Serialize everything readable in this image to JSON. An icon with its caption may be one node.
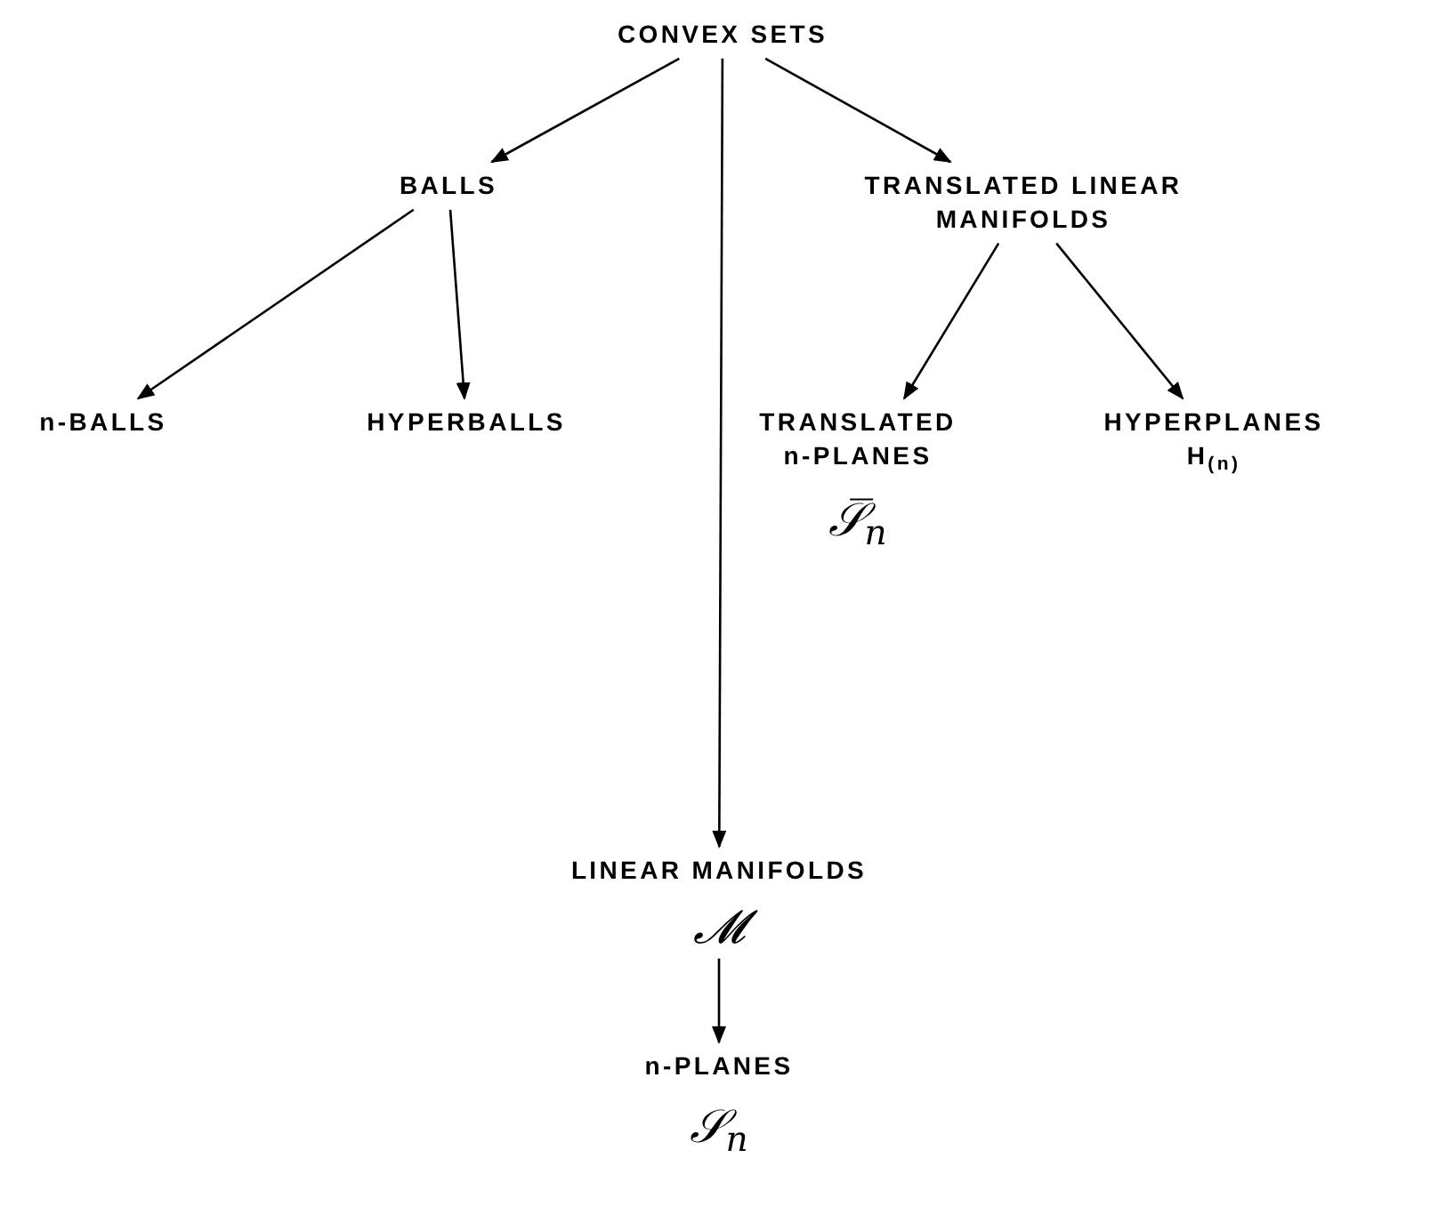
{
  "diagram": {
    "nodes": [
      {
        "text": [
          "CONVEX SETS"
        ]
      },
      {
        "text": [
          "BALLS"
        ]
      },
      {
        "text": [
          "TRANSLATED LINEAR MANIFOLDS"
        ]
      },
      {
        "text": [
          "n-BALLS"
        ]
      },
      {
        "text": [
          "HYPERBALLS"
        ]
      },
      {
        "text": [
          "TRANSLATED n-PLANES",
          "𝒮̅$_{n}$"
        ]
      },
      {
        "text": [
          "HYPERPLANES",
          "H$_{(n)}$"
        ]
      },
      {
        "text": [
          "LINEAR MANIFOLDS",
          "𝓜"
        ]
      },
      {
        "text": [
          "n-PLANES",
          "𝒮$_{n}$"
        ]
      }
    ],
    "edges": [
      {
        "from": 0,
        "to": 1,
        "arrow": "to"
      },
      {
        "from": 0,
        "to": 7,
        "arrow": "to"
      },
      {
        "from": 0,
        "to": 2,
        "arrow": "to"
      },
      {
        "from": 1,
        "to": 3,
        "arrow": "to"
      },
      {
        "from": 1,
        "to": 4,
        "arrow": "to"
      },
      {
        "from": 2,
        "to": 5,
        "arrow": "to"
      },
      {
        "from": 2,
        "to": 6,
        "arrow": "to"
      },
      {
        "from": 7,
        "to": 8,
        "arrow": "to"
      }
    ]
  }
}
